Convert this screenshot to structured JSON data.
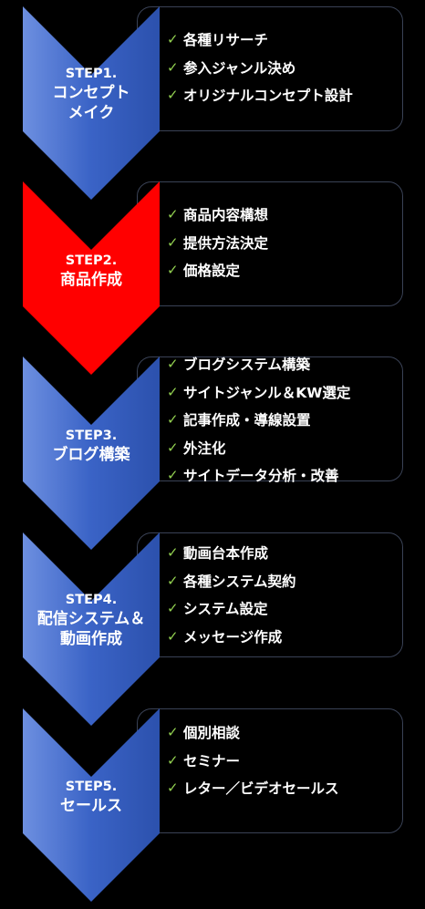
{
  "steps": [
    {
      "number": "STEP1.",
      "title": [
        "コンセプト",
        "メイク"
      ],
      "color": "#3a63c6",
      "items": [
        "各種リサーチ",
        "参入ジャンル決め",
        "オリジナルコンセプト設計"
      ]
    },
    {
      "number": "STEP2.",
      "title": [
        "商品作成"
      ],
      "color": "#ff0000",
      "items": [
        "商品内容構想",
        "提供方法決定",
        "価格設定"
      ]
    },
    {
      "number": "STEP3.",
      "title": [
        "ブログ構築"
      ],
      "color": "#3a63c6",
      "items": [
        "ブログシステム構築",
        "サイトジャンル＆KW選定",
        "記事作成・導線設置",
        "外注化",
        "サイトデータ分析・改善"
      ]
    },
    {
      "number": "STEP4.",
      "title": [
        "配信システム＆",
        "動画作成"
      ],
      "color": "#3a63c6",
      "items": [
        "動画台本作成",
        "各種システム契約",
        "システム設定",
        "メッセージ作成"
      ]
    },
    {
      "number": "STEP5.",
      "title": [
        "セールス"
      ],
      "color": "#3a63c6",
      "items": [
        "個別相談",
        "セミナー",
        "レター／ビデオセールス"
      ]
    }
  ],
  "check_icon": "check-icon",
  "check_color": "#92d050"
}
